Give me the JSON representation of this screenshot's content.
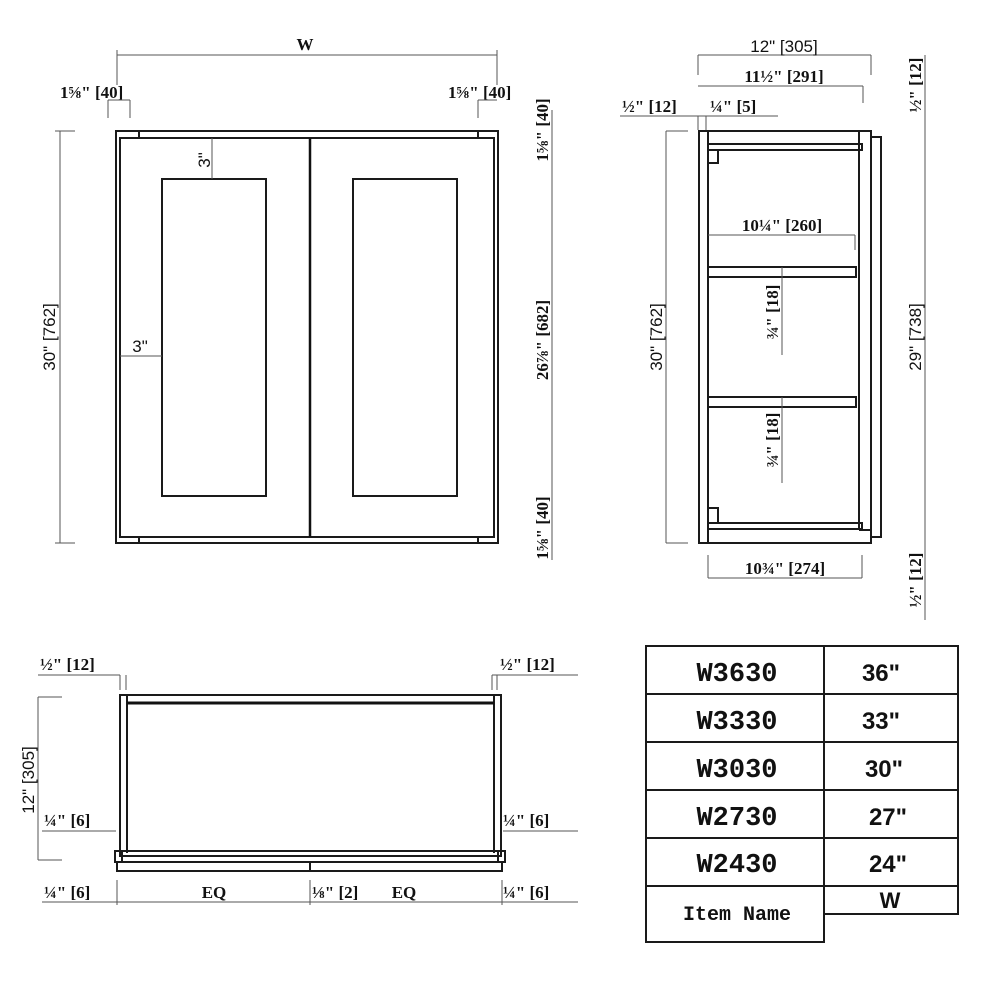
{
  "front_view": {
    "width_label": "W",
    "left_stile": "1⅝\" [40]",
    "right_stile": "1⅝\" [40]",
    "height_total": "30\" [762]",
    "rail_top": "3\"",
    "stile_left": "3\"",
    "right_dims": {
      "top": "1⅝\" [40]",
      "middle": "26⅞\" [682]",
      "bottom": "1⅝\" [40]"
    }
  },
  "side_view": {
    "depth_total": "12\" [305]",
    "depth_box": "11½\" [291]",
    "door_thickness": "½\" [12]",
    "back_panel": "¼\" [5]",
    "shelf_depth": "10¼\" [260]",
    "shelf_thickness_1": "¾\" [18]",
    "shelf_thickness_2": "¾\" [18]",
    "height_total": "30\" [762]",
    "interior_height": "29\" [738]",
    "top_offset": "½\" [12]",
    "bottom_offset": "½\" [12]",
    "bottom_depth": "10¾\" [274]"
  },
  "top_view": {
    "left_door": "½\" [12]",
    "right_door": "½\" [12]",
    "depth": "12\" [305]",
    "left_side": "¼\" [6]",
    "right_side": "¼\" [6]",
    "bottom_left": "¼\" [6]",
    "bottom_center": "⅛\" [2]",
    "bottom_right": "¼\" [6]",
    "eq_left": "EQ",
    "eq_right": "EQ"
  },
  "item_table": {
    "rows": [
      {
        "item": "W3630",
        "width": "36\""
      },
      {
        "item": "W3330",
        "width": "33\""
      },
      {
        "item": "W3030",
        "width": "30\""
      },
      {
        "item": "W2730",
        "width": "27\""
      },
      {
        "item": "W2430",
        "width": "24\""
      }
    ],
    "header_item": "Item Name",
    "header_width": "W"
  }
}
